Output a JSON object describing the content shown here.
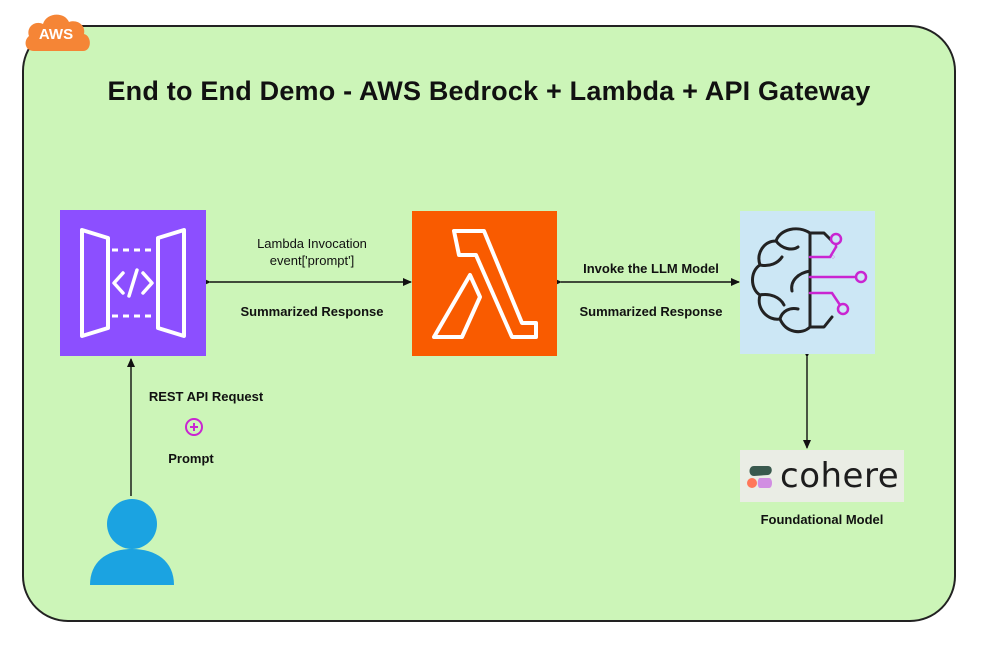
{
  "badge": {
    "label": "AWS"
  },
  "title": "End to End Demo - AWS Bedrock + Lambda + API Gateway",
  "edges": {
    "api_to_lambda": {
      "line1": "Lambda Invocation",
      "line2": "event['prompt']",
      "return": "Summarized Response"
    },
    "lambda_to_model": {
      "forward": "Invoke the LLM Model",
      "return": "Summarized Response"
    },
    "user_to_api": {
      "request": "REST API Request",
      "payload": "Prompt"
    }
  },
  "nodes": {
    "cohere_logo_text": "cohere",
    "cohere_caption": "Foundational Model"
  },
  "colors": {
    "cloud_fill": "#ccf5b8",
    "aws_orange": "#f58536",
    "api_gateway": "#8c4fff",
    "lambda": "#f95b00",
    "ml_tile": "#cce7f5",
    "user": "#1ba3e1",
    "prompt_icon": "#c925d1"
  },
  "icons": [
    "aws-cloud-icon",
    "api-gateway-icon",
    "lambda-icon",
    "machine-learning-brain-icon",
    "user-icon",
    "plus-circle-icon",
    "cohere-logo"
  ]
}
